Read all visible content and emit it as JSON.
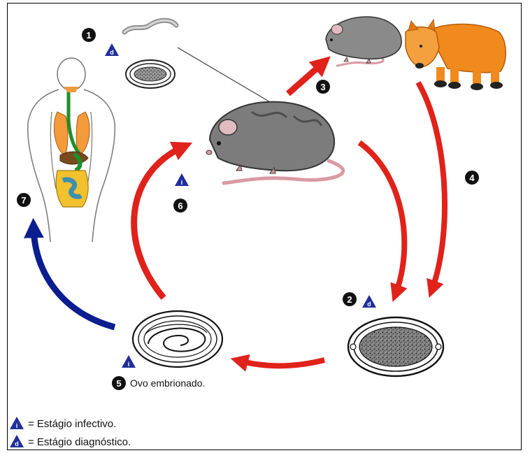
{
  "steps": [
    {
      "number": "1",
      "stage": "d"
    },
    {
      "number": "2",
      "stage": "d"
    },
    {
      "number": "3",
      "stage": ""
    },
    {
      "number": "4",
      "stage": ""
    },
    {
      "number": "5",
      "stage": "i",
      "caption": "Ovo embrionado."
    },
    {
      "number": "6",
      "stage": "i"
    },
    {
      "number": "7",
      "stage": ""
    }
  ],
  "legend": {
    "infective": {
      "symbol": "i",
      "label": "= Estágio infectivo."
    },
    "diagnostic": {
      "symbol": "d",
      "label": "= Estágio diagnóstico."
    }
  },
  "colors": {
    "cycle_arrow": "#e0221b",
    "human_arrow": "#0b1d8f",
    "stage_triangle": "#1f2f9a",
    "rat_body": "#7c7c7c",
    "fox_body": "#f08a1c"
  },
  "icons": [
    "adult-worm-icon",
    "egg-icon",
    "embryonated-egg-icon",
    "rat-icon",
    "fox-icon",
    "human-body-icon"
  ]
}
